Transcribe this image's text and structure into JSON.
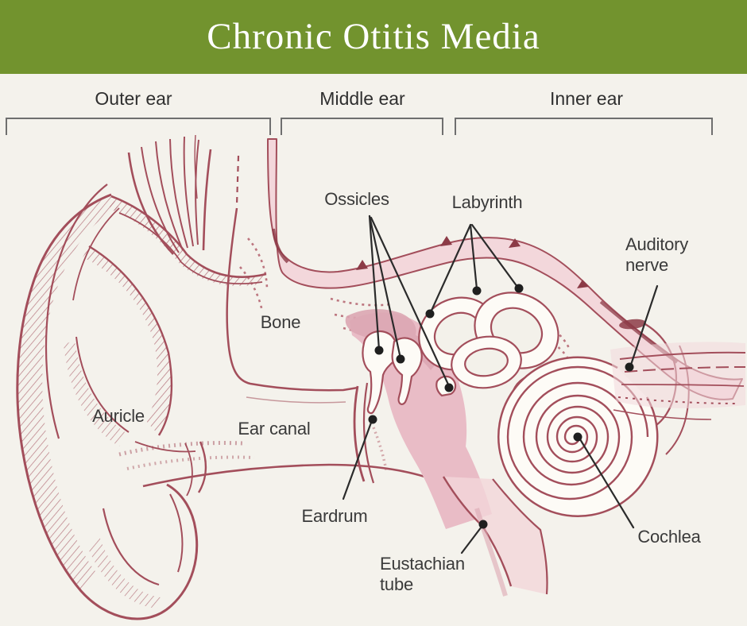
{
  "banner": {
    "title": "Chronic Otitis Media"
  },
  "regions": [
    {
      "label": "Outer ear"
    },
    {
      "label": "Middle ear"
    },
    {
      "label": "Inner ear"
    }
  ],
  "parts": {
    "ossicles": "Ossicles",
    "labyrinth": "Labyrinth",
    "auditory_nerve": "Auditory nerve",
    "bone": "Bone",
    "auricle": "Auricle",
    "ear_canal": "Ear canal",
    "eardrum": "Eardrum",
    "eustachian_tube": "Eustachian tube",
    "cochlea": "Cochlea"
  },
  "colors": {
    "banner_bg": "#72932e",
    "banner_text": "#ffffff",
    "background": "#f4f2ec",
    "illustration_stroke": "#a34e5b",
    "illustration_stroke_dark": "#8c3b47",
    "fill_light_pink": "#f3d7db",
    "fill_medium_pink": "#e9bcc6",
    "fill_dark_pink": "#dca6b2",
    "label_text": "#3a3a3a",
    "leader_line": "#2b2b2b",
    "bracket": "#6f6f6f"
  }
}
